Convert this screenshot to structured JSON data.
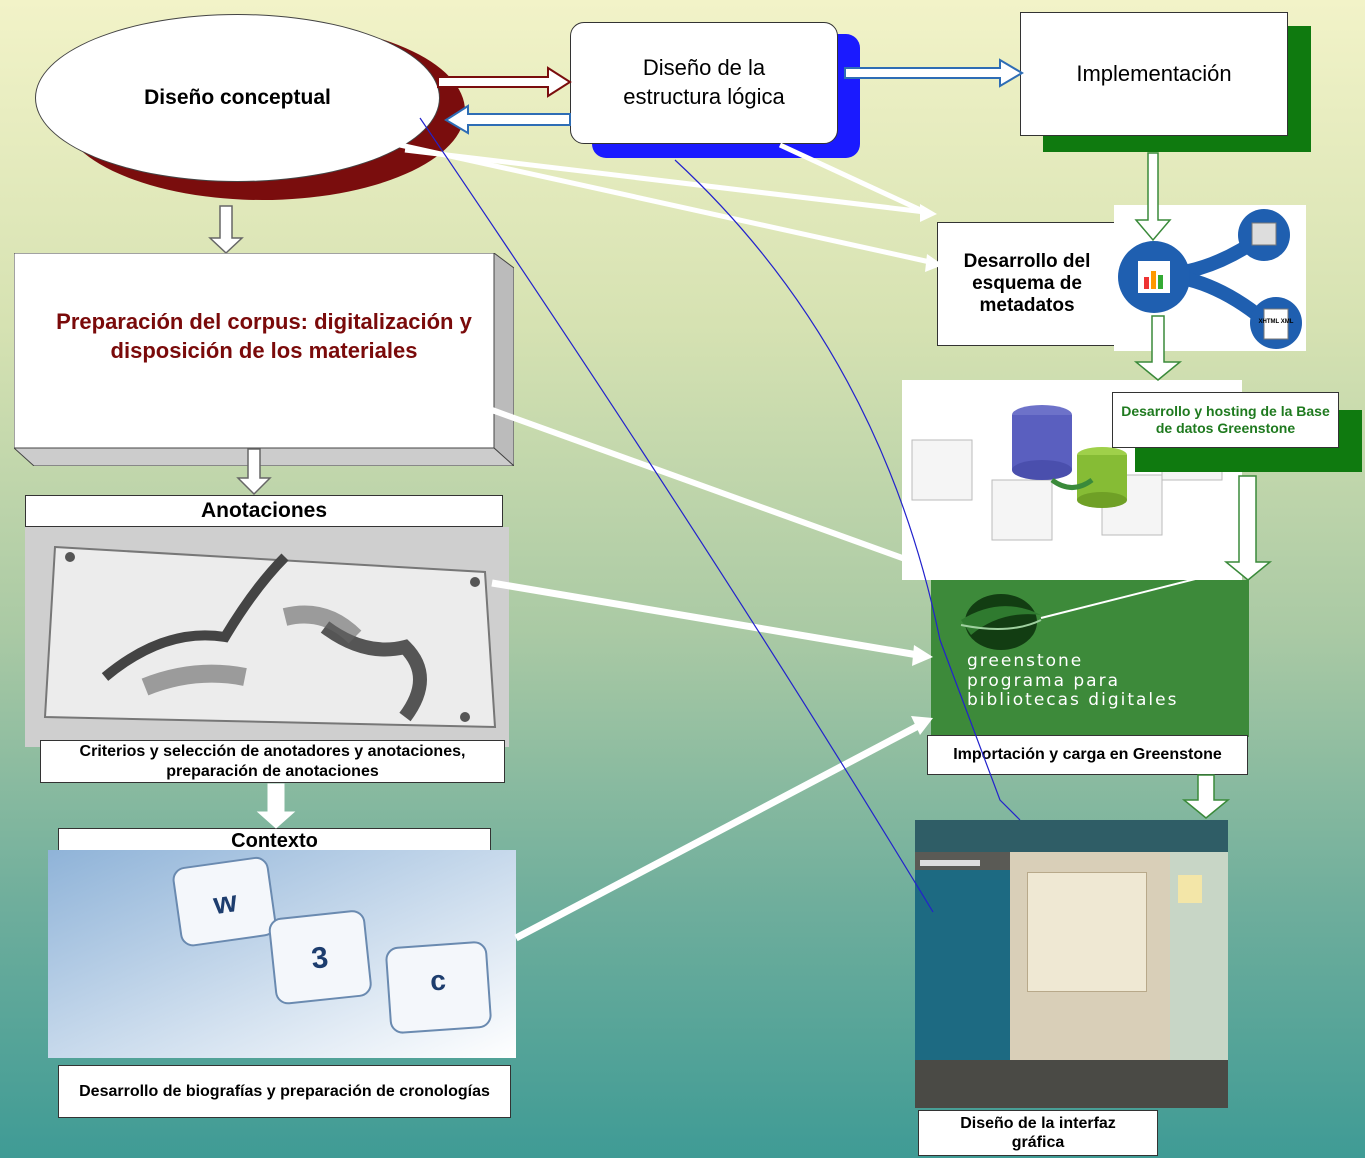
{
  "nodes": {
    "conceptual": "Diseño conceptual",
    "logical": "Diseño de la estructura lógica",
    "implementation": "Implementación",
    "metadata": "Desarrollo del esquema de metadatos",
    "corpus": "Preparación del corpus: digitalización y disposición de los materiales",
    "annotations_header": "Anotaciones",
    "annotations_caption": "Criterios y selección de anotadores y anotaciones, preparación de anotaciones",
    "context_header": "Contexto",
    "context_caption": "Desarrollo de biografías y preparación de cronologías",
    "greenstone_db": "Desarrollo y hosting de la Base de datos Greenstone",
    "import": "Importación y carga en Greenstone",
    "interface": "Diseño de la interfaz gráfica"
  },
  "greenstone_logo": {
    "line1": "greenstone",
    "line2": "programa para",
    "line3": "bibliotecas digitales"
  },
  "icons": {
    "metadata_graphic": "xhtml-xml-network-icon",
    "xml_label": "XHTML XML"
  },
  "keyboard_keys": [
    "w",
    "3",
    "c"
  ],
  "colors": {
    "corpus_text": "#7a0a0a",
    "greenstone_green": "#3d8a3a",
    "db_label_green": "#1f7a1f",
    "blue_shadow": "#1a1aff",
    "green_shadow": "#0f7a0f",
    "maroon_shadow": "#7a0d0d"
  }
}
